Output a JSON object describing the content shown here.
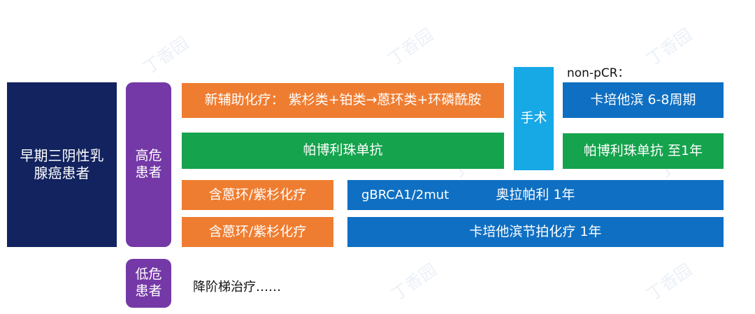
{
  "colors": {
    "dark_navy": "#12235f",
    "purple": "#7439a6",
    "orange": "#ef7d31",
    "green": "#15a34d",
    "blue": "#0f6fc2",
    "light_blue": "#17a8e6"
  },
  "left_box": {
    "line1": "早期三阴性乳",
    "line2": "腺癌患者"
  },
  "high_risk": {
    "line1": "高危",
    "line2": "患者"
  },
  "low_risk": {
    "line1": "低危",
    "line2": "患者",
    "note": "降阶梯治疗……"
  },
  "treatments": {
    "neoadjuvant": "新辅助化疗： 紫杉类+铂类→蒽环类+环磷酰胺",
    "pembrolizumab_main": "帕博利珠单抗",
    "surgery": "手术",
    "non_pcr_label": "non-pCR：",
    "capecitabine_6_8": "卡培他滨 6-8周期",
    "pembrolizumab_to_1y": "帕博利珠单抗 至1年",
    "anthracycline_taxane_1": "含蒽环/紫杉化疗",
    "gbrca_label": "gBRCA1/2mut",
    "olaparib": "奥拉帕利 1年",
    "anthracycline_taxane_2": "含蒽环/紫杉化疗",
    "capecitabine_metronomic": "卡培他滨节拍化疗 1年"
  },
  "watermark": "丁香园"
}
